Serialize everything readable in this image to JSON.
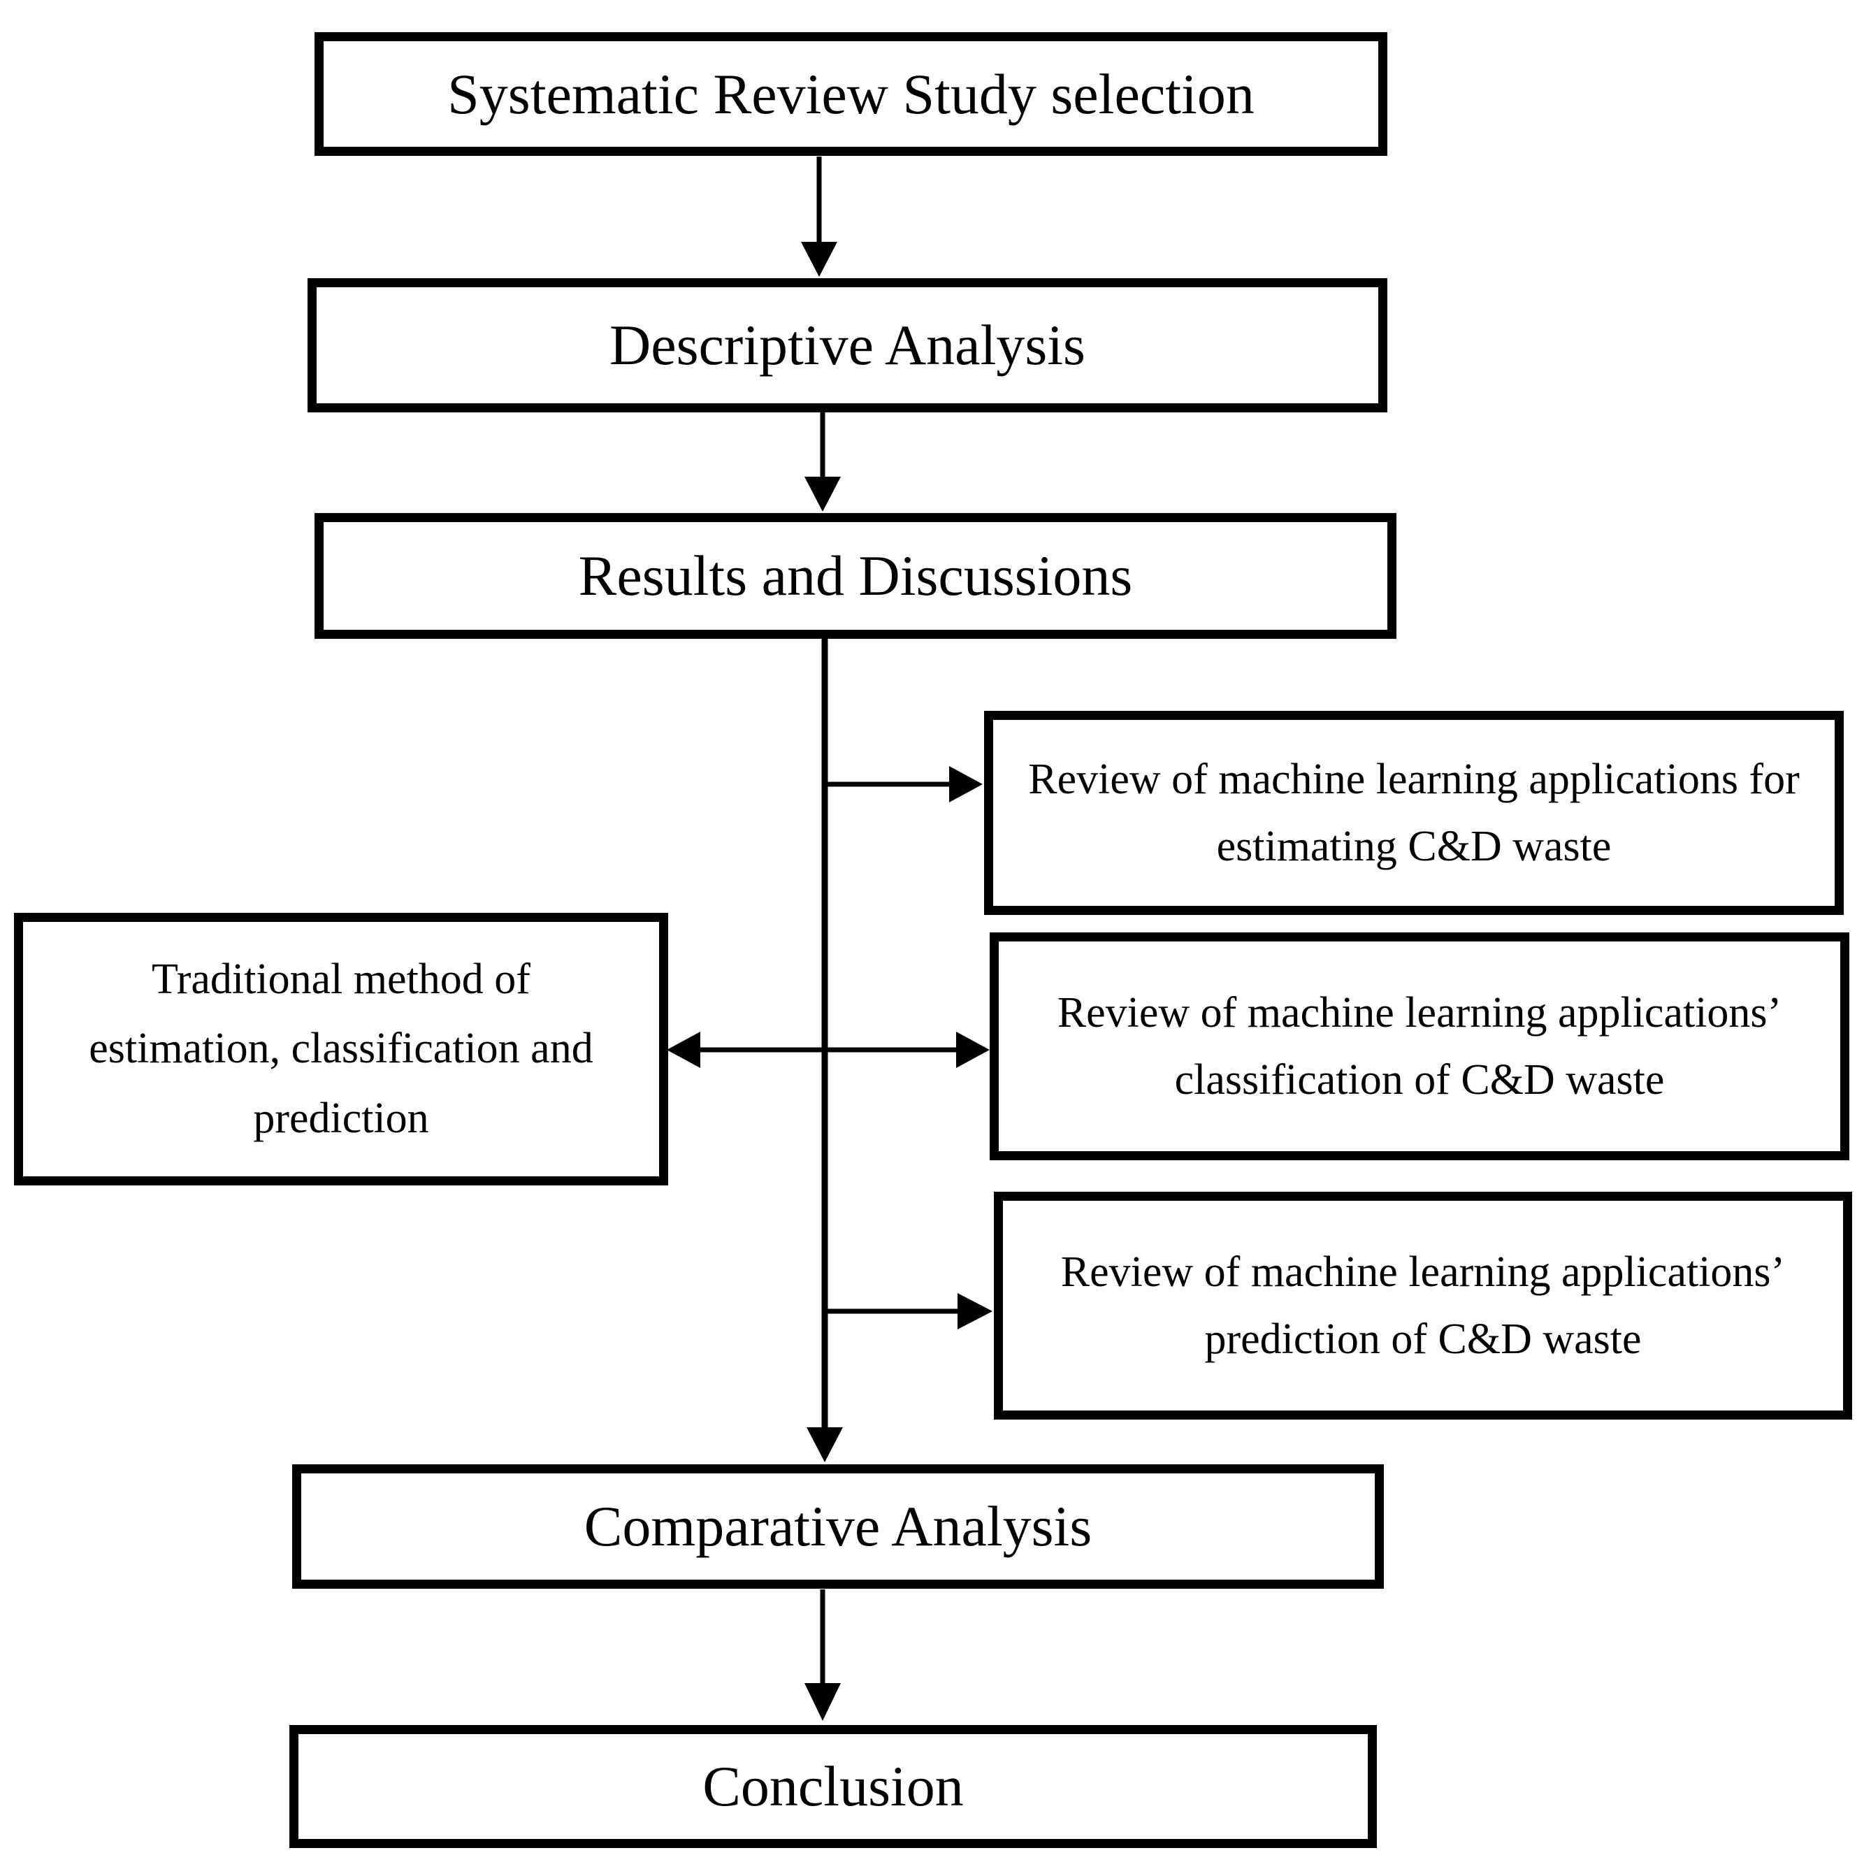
{
  "diagram": {
    "title": "Systematic review methodology flowchart",
    "nodes": {
      "systematic_review": {
        "label": "Systematic Review Study selection"
      },
      "descriptive_analysis": {
        "label": "Descriptive Analysis"
      },
      "results_discussions": {
        "label": "Results and Discussions"
      },
      "review_estimating": {
        "label": "Review of machine learning applications for estimating C&D waste"
      },
      "review_classification": {
        "label": "Review of machine learning applications’ classification of C&D waste"
      },
      "review_prediction": {
        "label": "Review of machine learning applications’ prediction of C&D waste"
      },
      "traditional_method": {
        "label": "Traditional method of estimation, classification and prediction"
      },
      "comparative_analysis": {
        "label": "Comparative Analysis"
      },
      "conclusion": {
        "label": "Conclusion"
      }
    },
    "edges": [
      {
        "from": "systematic_review",
        "to": "descriptive_analysis",
        "style": "arrow"
      },
      {
        "from": "descriptive_analysis",
        "to": "results_discussions",
        "style": "arrow"
      },
      {
        "from": "results_discussions",
        "to": "review_estimating",
        "style": "arrow"
      },
      {
        "from": "results_discussions",
        "to": "review_prediction",
        "style": "arrow"
      },
      {
        "from": "traditional_method",
        "to": "review_classification",
        "style": "double-arrow"
      },
      {
        "from": "results_discussions",
        "to": "comparative_analysis",
        "style": "arrow"
      },
      {
        "from": "comparative_analysis",
        "to": "conclusion",
        "style": "arrow"
      }
    ],
    "colors": {
      "border": "#000000",
      "text": "#000000",
      "background": "#ffffff",
      "connector": "#000000"
    }
  }
}
